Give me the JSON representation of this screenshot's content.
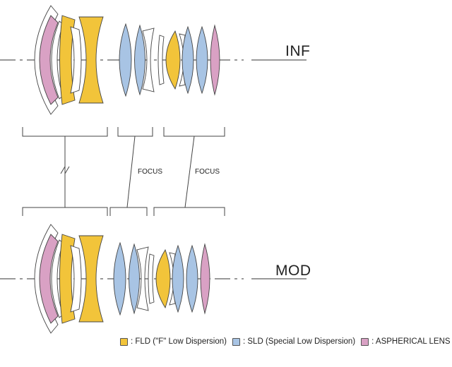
{
  "states": {
    "infinity": "INF",
    "minimum_focus": "MOD"
  },
  "focus_labels": [
    "FOCUS",
    "FOCUS"
  ],
  "legend": [
    {
      "label": ": FLD (\"F\" Low Dispersion)",
      "color": "#f2c43a"
    },
    {
      "label": ": SLD (Special Low Dispersion)",
      "color": "#a8c4e4"
    },
    {
      "label": ": ASPHERICAL LENS",
      "color": "#d9a1c4"
    }
  ]
}
